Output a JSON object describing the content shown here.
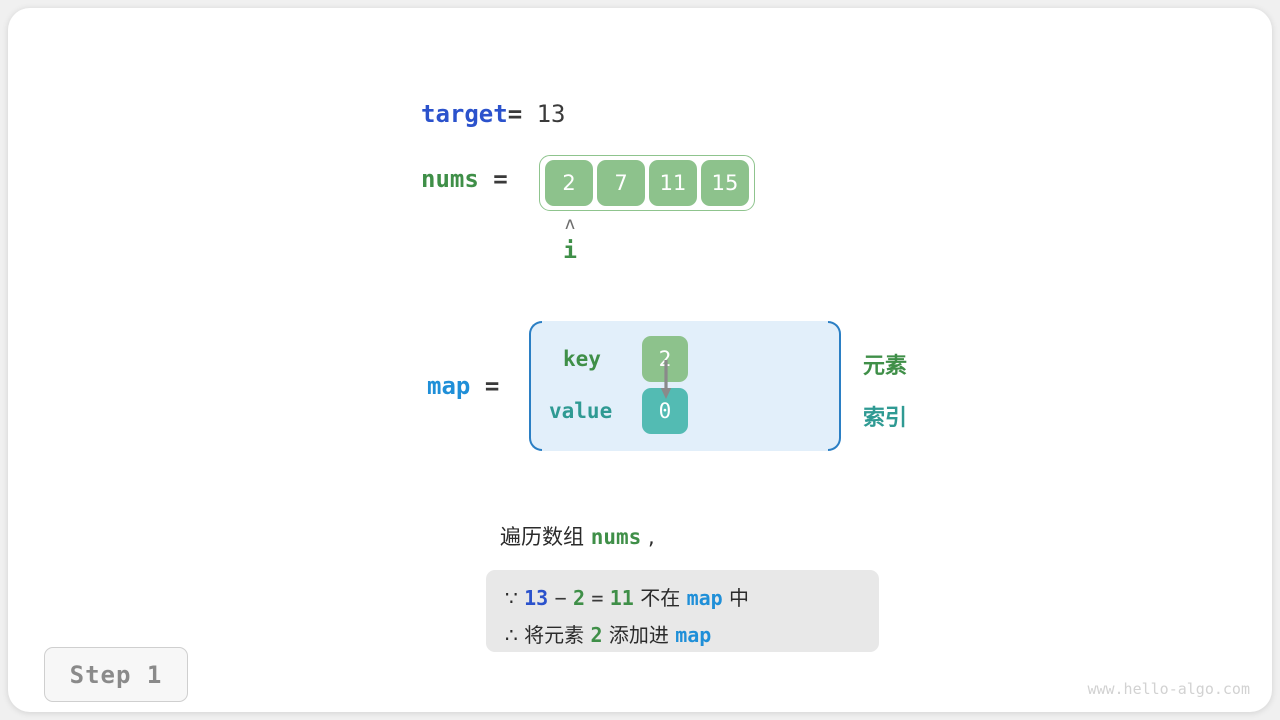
{
  "variables": {
    "target": {
      "name": "target",
      "equals": "=",
      "value": "13"
    },
    "nums": {
      "name": "nums",
      "equals": "="
    },
    "map": {
      "name": "map",
      "equals": "="
    }
  },
  "array": {
    "cells": [
      "2",
      "7",
      "11",
      "15"
    ],
    "pointer": {
      "caret": "ʌ",
      "label": "i",
      "index": 0
    }
  },
  "map_table": {
    "key_label": "key",
    "value_label": "value",
    "key_cell": "2",
    "value_cell": "0",
    "legend": {
      "element": "元素",
      "index": "索引"
    }
  },
  "caption": {
    "prefix": "遍历数组 ",
    "code": "nums",
    "suffix": " ,"
  },
  "explanation": {
    "line1": {
      "mark": "∵",
      "a": "13",
      "minus": "−",
      "b": "2",
      "eq": "=",
      "c": "11",
      "text1": " 不在 ",
      "map": "map",
      "text2": " 中"
    },
    "line2": {
      "mark": "∴",
      "text1": " 将元素 ",
      "value": "2",
      "text2": " 添加进 ",
      "map": "map"
    }
  },
  "step_badge": "Step 1",
  "watermark": "www.hello-algo.com",
  "colors": {
    "target_blue": "#2b52cc",
    "nums_green": "#3f8f48",
    "map_blue": "#1f8fd8",
    "cell_green": "#8dc28c",
    "cell_teal": "#53bbb3",
    "map_bg": "#e2effa",
    "map_border": "#2b7fc4",
    "explain_bg": "#e8e8e8",
    "badge_text": "#8a8a8a",
    "watermark": "#d2d2d2"
  }
}
